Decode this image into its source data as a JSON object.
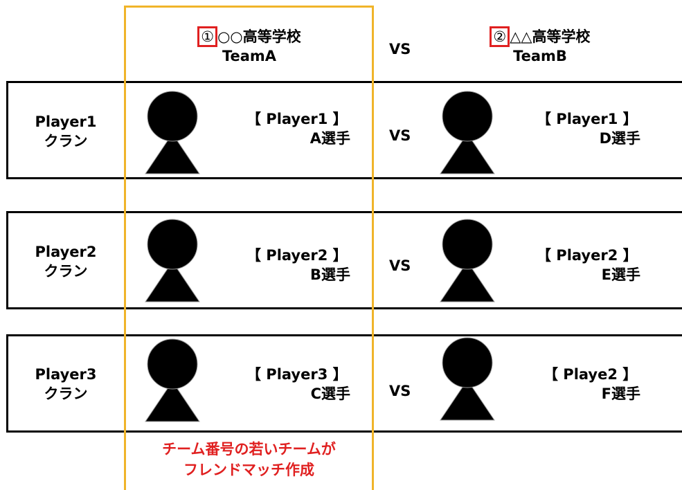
{
  "header": {
    "team_a": {
      "number": "①",
      "school": "○○高等学校",
      "team": "TeamA"
    },
    "vs": "VS",
    "team_b": {
      "number": "②",
      "school": "△△高等学校",
      "team": "TeamB"
    }
  },
  "rows": [
    {
      "clan_line1": "Player1",
      "clan_line2": "クラン",
      "a_label": "【 Player1 】",
      "a_name": "A選手",
      "vs": "VS",
      "b_label": "【 Player1 】",
      "b_name": "D選手"
    },
    {
      "clan_line1": "Player2",
      "clan_line2": "クラン",
      "a_label": "【 Player2 】",
      "a_name": "B選手",
      "vs": "VS",
      "b_label": "【 Player2 】",
      "b_name": "E選手"
    },
    {
      "clan_line1": "Player3",
      "clan_line2": "クラン",
      "a_label": "【 Player3 】",
      "a_name": "C選手",
      "vs": "VS",
      "b_label": "【 Playe2 】",
      "b_name": "F選手"
    }
  ],
  "note": {
    "line1": "チーム番号の若いチームが",
    "line2": "フレンドマッチ作成"
  },
  "colors": {
    "highlight_border": "#f0b429",
    "number_box": "#e02020",
    "note_text": "#e02020"
  },
  "icons": {
    "player": "person-silhouette-icon"
  }
}
